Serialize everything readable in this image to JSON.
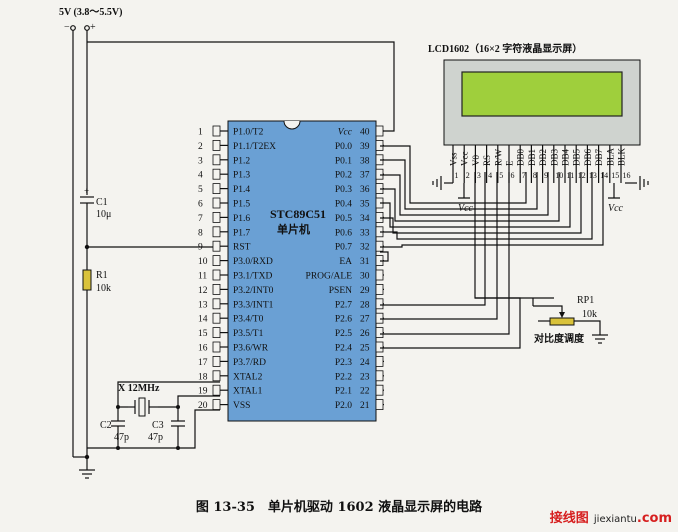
{
  "supply": {
    "label": "5V (3.8～5.5V)",
    "minus": "−",
    "plus": "+"
  },
  "mcu": {
    "name": "STC89C51",
    "subtitle": "单片机",
    "left_pins": [
      {
        "num": "1",
        "name": "P1.0/T2"
      },
      {
        "num": "2",
        "name": "P1.1/T2EX"
      },
      {
        "num": "3",
        "name": "P1.2"
      },
      {
        "num": "4",
        "name": "P1.3"
      },
      {
        "num": "5",
        "name": "P1.4"
      },
      {
        "num": "6",
        "name": "P1.5"
      },
      {
        "num": "7",
        "name": "P1.6"
      },
      {
        "num": "8",
        "name": "P1.7"
      },
      {
        "num": "9",
        "name": "RST"
      },
      {
        "num": "10",
        "name": "P3.0/RXD"
      },
      {
        "num": "11",
        "name": "P3.1/TXD"
      },
      {
        "num": "12",
        "name": "P3.2/INT0"
      },
      {
        "num": "13",
        "name": "P3.3/INT1"
      },
      {
        "num": "14",
        "name": "P3.4/T0"
      },
      {
        "num": "15",
        "name": "P3.5/T1"
      },
      {
        "num": "16",
        "name": "P3.6/WR"
      },
      {
        "num": "17",
        "name": "P3.7/RD"
      },
      {
        "num": "18",
        "name": "XTAL2"
      },
      {
        "num": "19",
        "name": "XTAL1"
      },
      {
        "num": "20",
        "name": "VSS"
      }
    ],
    "right_pins": [
      {
        "num": "40",
        "name": "Vcc"
      },
      {
        "num": "39",
        "name": "P0.0"
      },
      {
        "num": "38",
        "name": "P0.1"
      },
      {
        "num": "37",
        "name": "P0.2"
      },
      {
        "num": "36",
        "name": "P0.3"
      },
      {
        "num": "35",
        "name": "P0.4"
      },
      {
        "num": "34",
        "name": "P0.5"
      },
      {
        "num": "33",
        "name": "P0.6"
      },
      {
        "num": "32",
        "name": "P0.7"
      },
      {
        "num": "31",
        "name": "EA"
      },
      {
        "num": "30",
        "name": "PROG/ALE"
      },
      {
        "num": "29",
        "name": "PSEN"
      },
      {
        "num": "28",
        "name": "P2.7"
      },
      {
        "num": "27",
        "name": "P2.6"
      },
      {
        "num": "26",
        "name": "P2.5"
      },
      {
        "num": "25",
        "name": "P2.4"
      },
      {
        "num": "24",
        "name": "P2.3"
      },
      {
        "num": "23",
        "name": "P2.2"
      },
      {
        "num": "22",
        "name": "P2.1"
      },
      {
        "num": "21",
        "name": "P2.0"
      }
    ]
  },
  "lcd": {
    "title": "LCD1602（16×2 字符液晶显示屏）",
    "pins": [
      {
        "num": "1",
        "name": "Vss"
      },
      {
        "num": "2",
        "name": "Vcc"
      },
      {
        "num": "3",
        "name": "V0"
      },
      {
        "num": "4",
        "name": "RS"
      },
      {
        "num": "5",
        "name": "R/W"
      },
      {
        "num": "6",
        "name": "E"
      },
      {
        "num": "7",
        "name": "DB0"
      },
      {
        "num": "8",
        "name": "DB1"
      },
      {
        "num": "9",
        "name": "DB2"
      },
      {
        "num": "10",
        "name": "DB3"
      },
      {
        "num": "11",
        "name": "DB4"
      },
      {
        "num": "12",
        "name": "DB5"
      },
      {
        "num": "13",
        "name": "DB6"
      },
      {
        "num": "14",
        "name": "DB7"
      },
      {
        "num": "15",
        "name": "BLA"
      },
      {
        "num": "16",
        "name": "BLK"
      }
    ],
    "vcc_label": "Vcc",
    "colors": {
      "frame": "#cfd3cf",
      "screen": "#9fcf3c"
    }
  },
  "components": {
    "c1": {
      "ref": "C1",
      "value": "10μ"
    },
    "r1": {
      "ref": "R1",
      "value": "10k"
    },
    "crystal": {
      "label": "X 12MHz"
    },
    "c2": {
      "ref": "C2",
      "value": "47p"
    },
    "c3": {
      "ref": "C3",
      "value": "47p"
    },
    "rp1": {
      "ref": "RP1",
      "value": "10k",
      "note": "对比度调度"
    }
  },
  "caption": "图 13-35　单片机驱动 1602 液晶显示屏的电路",
  "watermark": {
    "site_cn": "接线图",
    "site": "jiexiantu",
    "dotcom": ".com"
  },
  "colors": {
    "chip": "#6aa0d4",
    "resistor": "#d9c23a",
    "ink": "#111111",
    "background": "#f4f3ef"
  }
}
